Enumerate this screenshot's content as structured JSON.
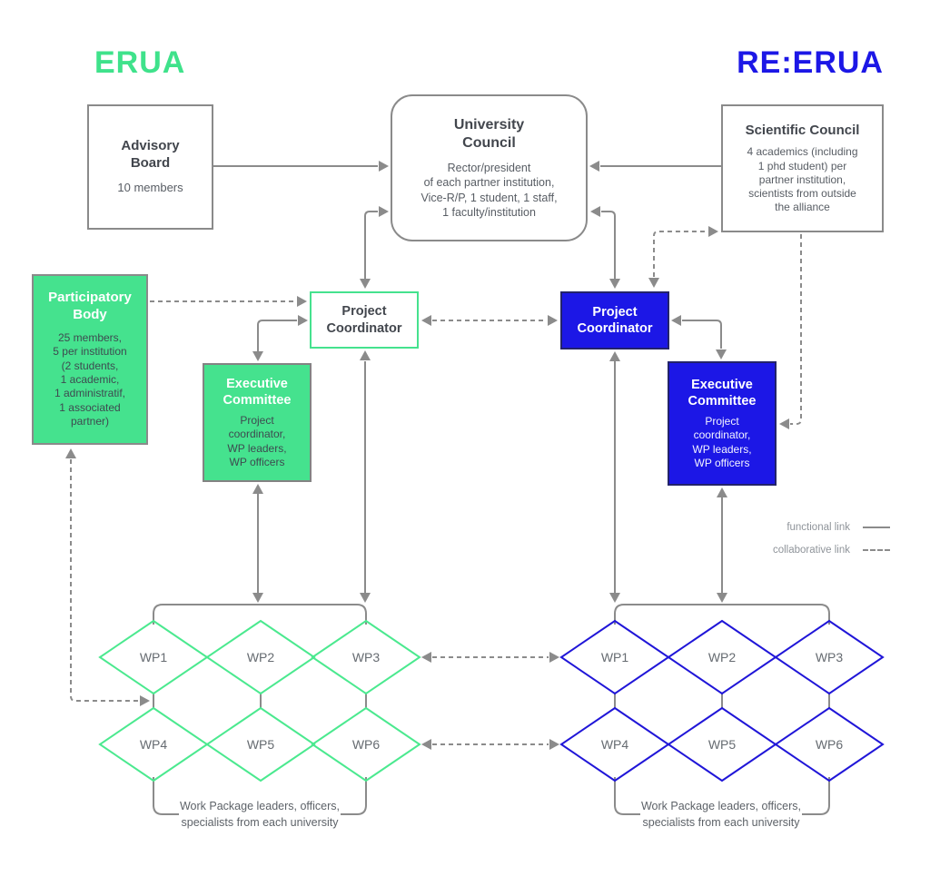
{
  "header": {
    "left_title": "ERUA",
    "right_title": "RE:ERUA"
  },
  "boxes": {
    "advisory_board": {
      "title": "Advisory\nBoard",
      "body": "10 members"
    },
    "university_council": {
      "title": "University\nCouncil",
      "body": "Rector/president\nof each partner institution,\nVice-R/P, 1 student, 1 staff,\n1 faculty/institution"
    },
    "scientific_council": {
      "title": "Scientific Council",
      "body": "4 academics (including\n1 phd student) per\npartner institution,\nscientists from outside\nthe alliance"
    },
    "participatory_body": {
      "title": "Participatory\nBody",
      "body": "25 members,\n5 per institution\n(2 students,\n1 academic,\n1 administratif,\n1 associated\npartner)"
    },
    "project_coordinator_left": {
      "title": "Project\nCoordinator"
    },
    "project_coordinator_right": {
      "title": "Project\nCoordinator"
    },
    "executive_committee_left": {
      "title": "Executive\nCommittee",
      "body": "Project\ncoordinator,\nWP leaders,\nWP officers"
    },
    "executive_committee_right": {
      "title": "Executive\nCommittee",
      "body": "Project\ncoordinator,\nWP leaders,\nWP officers"
    }
  },
  "work_packages": {
    "labels": [
      "WP1",
      "WP2",
      "WP3",
      "WP4",
      "WP5",
      "WP6"
    ],
    "caption_left": "Work Package leaders, officers,\nspecialists from each university",
    "caption_right": "Work Package leaders, officers,\nspecialists from each university"
  },
  "legend": {
    "functional": "functional link",
    "collaborative": "collaborative link"
  },
  "colors": {
    "erua_green": "#45e28e",
    "reerua_blue": "#1c17e6",
    "line_gray": "#8b8b8b"
  }
}
